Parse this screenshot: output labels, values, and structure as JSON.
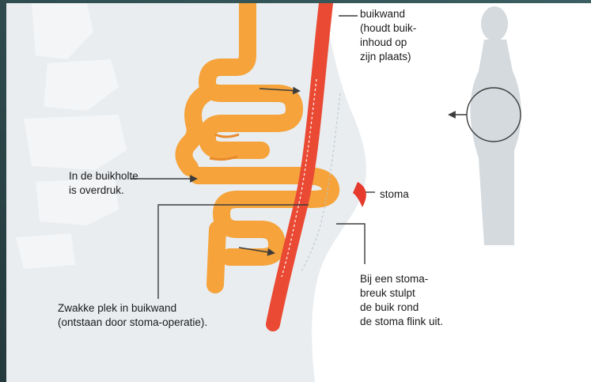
{
  "labels": {
    "buikwand": "buikwand\n(houdt buik-\ninhoud op\nzijn plaats)",
    "overdruk": "In de buikholte\nis overdruk.",
    "stoma": "stoma",
    "zwakke_plek": "Zwakke plek in buikwand\n(ontstaan door stoma-operatie).",
    "stomabreuk": "Bij een stoma-\nbreuk  stulpt\nde buik rond\nde stoma flink uit."
  },
  "colors": {
    "background": "#ffffff",
    "body_silhouette": "#e8ecef",
    "spine": "#f2f4f6",
    "intestine": "#f5a33a",
    "intestine_dark": "#e98a2a",
    "abdominal_wall": "#ea4a33",
    "stoma": "#e63a2c",
    "figure": "#d4dade",
    "arrow": "#3c3c3c",
    "text": "#1a1a1a"
  }
}
